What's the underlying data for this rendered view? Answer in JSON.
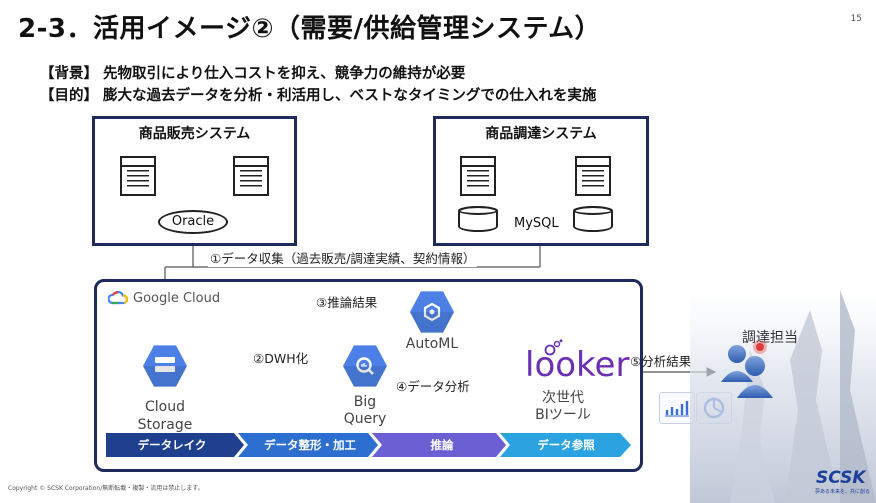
{
  "title": "2-3．活用イメージ②（需要/供給管理システム）",
  "page_number": "15",
  "background_line": "【背景】 先物取引により仕入コストを抑え、競争力の維持が必要",
  "purpose_line": "【目的】 膨大な過去データを分析・利活用し、ベストなタイミングでの仕入れを実施",
  "sales_system": {
    "title": "商品販売システム",
    "db_label": "Oracle"
  },
  "procurement_system": {
    "title": "商品調達システム",
    "db_label": "MySQL"
  },
  "step1": "①データ収集（過去販売/調達実績、契約情報）",
  "step2": "②DWH化",
  "step3": "③推論結果",
  "step4": "④データ分析",
  "step5": "⑤分析結果",
  "google_cloud": "Google Cloud",
  "cloud_storage": {
    "line1": "Cloud",
    "line2": "Storage"
  },
  "bigquery": {
    "line1": "Big",
    "line2": "Query"
  },
  "automl": "AutoML",
  "looker": {
    "logo": "looker",
    "line1": "次世代",
    "line2": "BIツール"
  },
  "user_label": "調達担当",
  "stages": [
    "データレイク",
    "データ整形・加工",
    "推論",
    "データ参照"
  ],
  "colors": {
    "stage1": "#1f3f8f",
    "stage2": "#2d6fd0",
    "stage3": "#6b5fd3",
    "stage4": "#2aa3e0",
    "box_border": "#1d2a5b",
    "gcp_blue": "#4c80e6",
    "looker_purple": "#6b2fb3"
  },
  "footer": "Copyright © SCSK Corporation/無断転載・複製・流用は禁止します。",
  "brand": {
    "logo": "SCSK",
    "tagline": "夢ある未来を、共に創る"
  }
}
